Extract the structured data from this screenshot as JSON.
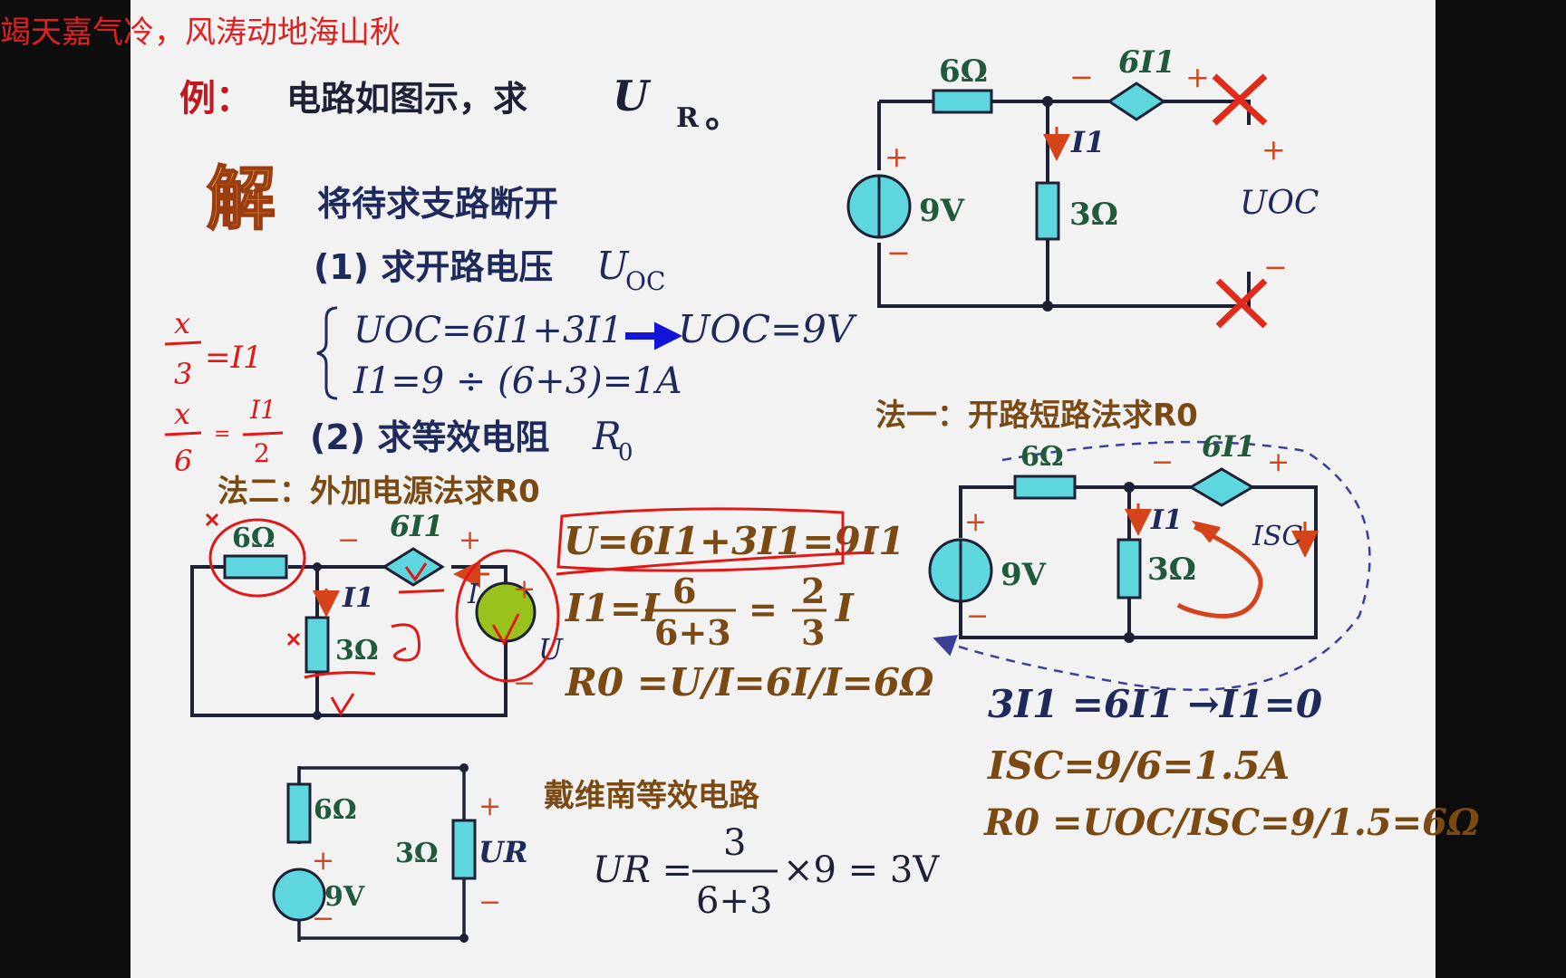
{
  "ticker": "竭天嘉气冷，风涛动地海山秋",
  "slide": {
    "example": {
      "label": "例：",
      "prompt": "电路如图示，求",
      "unknown": "U",
      "unknown_sub": "R",
      "end": "。"
    },
    "solution_icon": "解",
    "step0": "将待求支路断开",
    "step1": {
      "prefix": "(1) 求开路电压",
      "var": "U",
      "sub": "OC"
    },
    "eq_uoc_a": "UOC=6I1+3I1",
    "eq_uoc_b": "I1=9 ÷ (6+3)=1A",
    "result_uoc": "UOC=9V",
    "step2": {
      "prefix": "(2) 求等效电阻",
      "var": "R",
      "sub": "0"
    },
    "method2_title": "法二：外加电源法求R0",
    "method2_eqs": {
      "eq1": "U=6I1+3I1=9I1",
      "eq2_left": "I1=I",
      "frac1_num": "6",
      "frac1_den": "6+3",
      "frac2_num": "2",
      "frac2_den": "3",
      "eq2_right": "I",
      "eq3": "R0 =U/I=6I/I=6Ω"
    },
    "method1_title": "法一：开路短路法求R0",
    "method1_eqs": {
      "eq1": "3I1 =6I1 →I1=0",
      "eq2": "ISC=9/6=1.5A",
      "eq3": "R0 =UOC/ISC=9/1.5=6Ω"
    },
    "thevenin_title": "戴维南等效电路",
    "thevenin_eq": {
      "lhs": "UR =",
      "num": "3",
      "den": "6+3",
      "rhs": "×9 = 3V"
    },
    "circuit_labels": {
      "r6": "6Ω",
      "r3": "3Ω",
      "v9": "9V",
      "cs": "6I1",
      "i1": "I1",
      "uoc": "UOC",
      "isc": "ISC",
      "u": "U",
      "i": "I",
      "ur": "UR",
      "plus": "+",
      "minus": "−"
    },
    "annotations": {
      "note1_top": "x",
      "note1_bot": "3",
      "note1_rhs": "=I1",
      "note2_top": "x",
      "note2_bot": "6",
      "note2_rhs_top": "I1",
      "note2_rhs_bot": "2"
    }
  },
  "colors": {
    "ticker": "#e02020",
    "label_red": "#c0181e",
    "navy": "#1f2a5c",
    "brown": "#7a4a12",
    "green_label": "#1f5a3a",
    "orange_sign": "#d4431a",
    "wire": "#1c2135",
    "element_fill": "#5dd6de",
    "source_green": "#9ac21c",
    "ink_red": "#e01818",
    "arrow_blue": "#1414d8",
    "dashed": "#3a3f9a"
  }
}
